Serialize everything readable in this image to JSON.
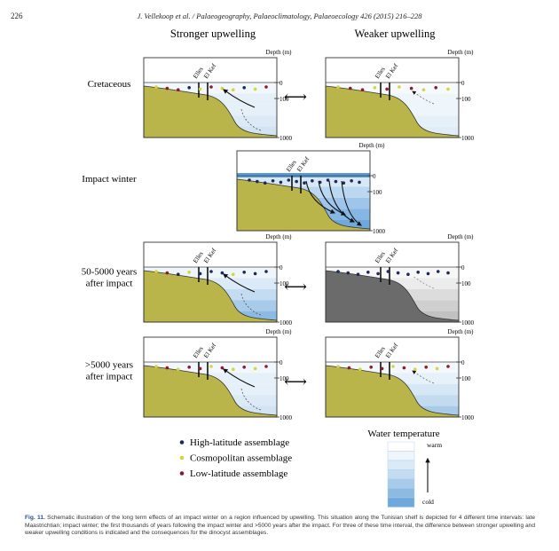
{
  "header": {
    "page_number": "226",
    "journal": "J. Vellekoop et al. / Palaeogeography, Palaeoclimatology, Palaeoecology 426 (2015) 216–228"
  },
  "columns": {
    "left": "Stronger upwelling",
    "right": "Weaker upwelling"
  },
  "rows": [
    {
      "label_lines": [
        "Cretaceous"
      ]
    },
    {
      "label_lines": [
        "Impact winter"
      ]
    },
    {
      "label_lines": [
        "50-5000 years",
        "after impact"
      ]
    },
    {
      "label_lines": [
        ">5000 years",
        "after impact"
      ]
    }
  ],
  "panel_text": {
    "depth_label": "Depth (m)",
    "depth_ticks": [
      "0",
      "100",
      "1000"
    ],
    "site_1": "Elles",
    "site_2": "El Kef",
    "arrow_symbol": "⟷"
  },
  "legend": {
    "items": [
      {
        "label": "High-latitude assemblage",
        "color": "#1f2a5a"
      },
      {
        "label": "Cosmopolitan assemblage",
        "color": "#d6d63a"
      },
      {
        "label": "Low-latitude assemblage",
        "color": "#8e1b2e"
      }
    ]
  },
  "water_temperature": {
    "title": "Water temperature",
    "warm": "warm",
    "cold": "cold"
  },
  "colors": {
    "land": "#b9b54a",
    "land_grey": "#6b6b6b",
    "water_top": "#eaf3fb",
    "water_deep": "#6fa8dc"
  },
  "caption": {
    "label": "Fig. 11.",
    "text": " Schematic illustration of the long term effects of an impact winter on a region influenced by upwelling. This situation along the Tunisian shelf is depicted for 4 different time intervals: late Maastrichtian; impact winter; the first thousands of years following the impact winter and >5000 years after the impact. For three of these time interval, the difference between stronger upwelling and weaker upwelling conditions is indicated and the consequences for the dinocyst assemblages."
  }
}
